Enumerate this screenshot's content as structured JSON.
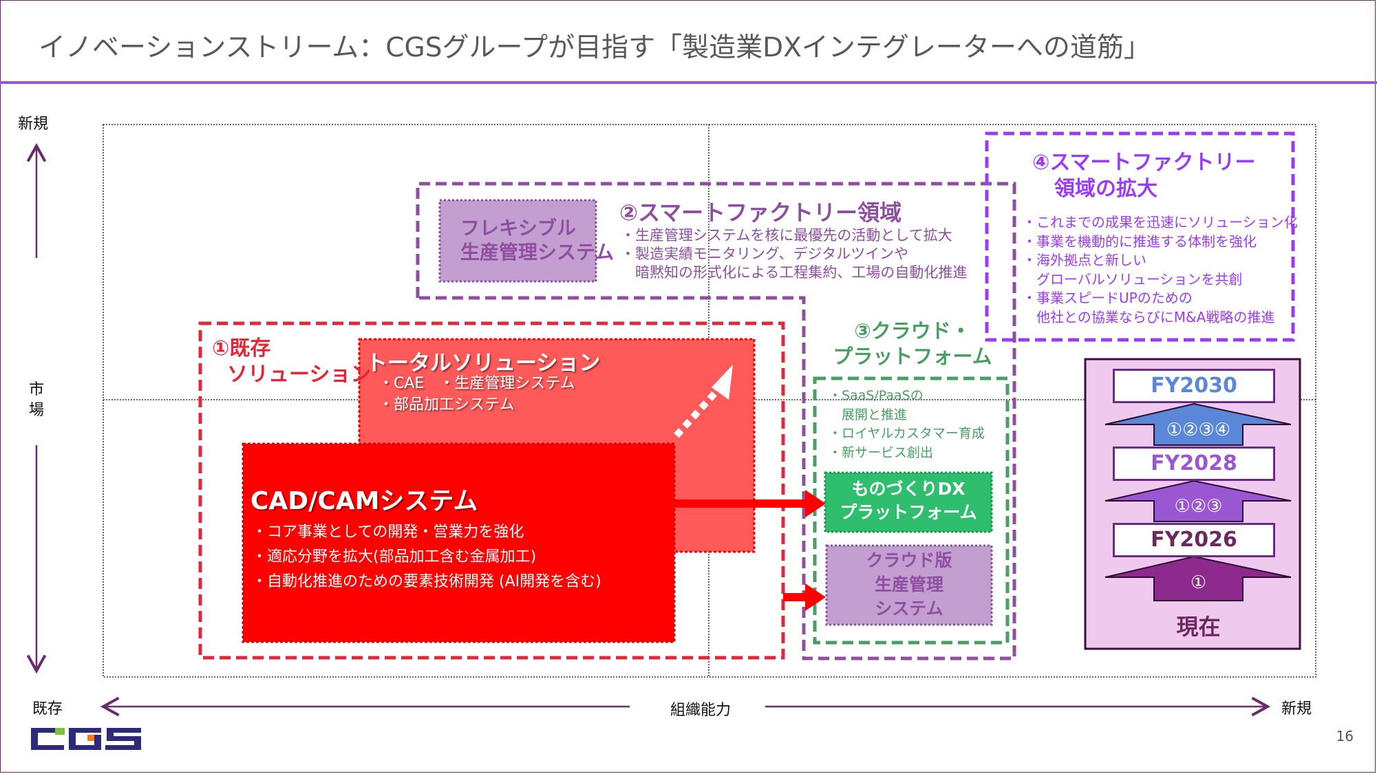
{
  "title": "イノベーションストリーム：CGSグループが目指す「製造業DXインテグレーターへの道筋」",
  "axes": {
    "y_label": [
      "市",
      "場"
    ],
    "y_top": "新規",
    "x_left": "既存",
    "x_center": "組織能力",
    "x_right": "新規"
  },
  "region1": {
    "heading": [
      "①既存",
      "ソリューション"
    ],
    "total_solution": {
      "title": "トータルソリューション",
      "items": [
        "・CAE　・生産管理システム",
        "・部品加工システム"
      ]
    },
    "cadcam": {
      "title": "CAD/CAMシステム",
      "items": [
        "・コア事業としての開発・営業力を強化",
        "・適応分野を拡大(部品加工含む金属加工)",
        "・自動化推進のための要素技術開発 (AI開発を含む)"
      ]
    }
  },
  "region2": {
    "heading": "②スマートファクトリー領域",
    "badge": [
      "フレキシブル",
      "生産管理システム"
    ],
    "items": [
      "・生産管理システムを核に最優先の活動として拡大",
      "・製造実績モニタリング、デジタルツインや",
      "　暗黙知の形式化による工程集約、工場の自動化推進"
    ]
  },
  "region3": {
    "heading": [
      "③クラウド・",
      "プラットフォーム"
    ],
    "items": [
      "・SaaS/PaaSの",
      "　展開と推進",
      "・ロイヤルカスタマー育成",
      "・新サービス創出"
    ],
    "monozukuri": [
      "ものづくりDX",
      "プラットフォーム"
    ],
    "cloud_pms": [
      "クラウド版",
      "生産管理",
      "システム"
    ]
  },
  "region4": {
    "heading": [
      "④スマートファクトリー",
      "領域の拡大"
    ],
    "items": [
      "・これまでの成果を迅速にソリューション化",
      "・事業を機動的に推進する体制を強化",
      "・海外拠点と新しい",
      "　グローバルソリューションを共創",
      "・事業スピードUPのための",
      "　他社との協業ならびにM&A戦略の推進"
    ]
  },
  "roadmap": {
    "milestones": [
      {
        "label": "FY2030",
        "color": "#5b87d9"
      },
      {
        "label": "FY2028",
        "color": "#9a57d2"
      },
      {
        "label": "FY2026",
        "color": "#6a2a5e"
      }
    ],
    "arrows": [
      {
        "label": "①②③④",
        "color": "#5b87d9"
      },
      {
        "label": "①②③",
        "color": "#9a57d2"
      },
      {
        "label": "①",
        "color": "#8e2a8e"
      }
    ],
    "current": "現在"
  },
  "colors": {
    "red": "#ff0000",
    "red_light": "#ff5a5a",
    "red_dash": "#e0283a",
    "purple_dash": "#8e4fa0",
    "violet": "#9b3cf5",
    "green": "#4a9e64",
    "green_fill": "#2fbd6e",
    "lilac_fill": "#c39fd1",
    "roadmap_bg": "#f0c9ef"
  },
  "logo": "CGS",
  "page_number": "16"
}
